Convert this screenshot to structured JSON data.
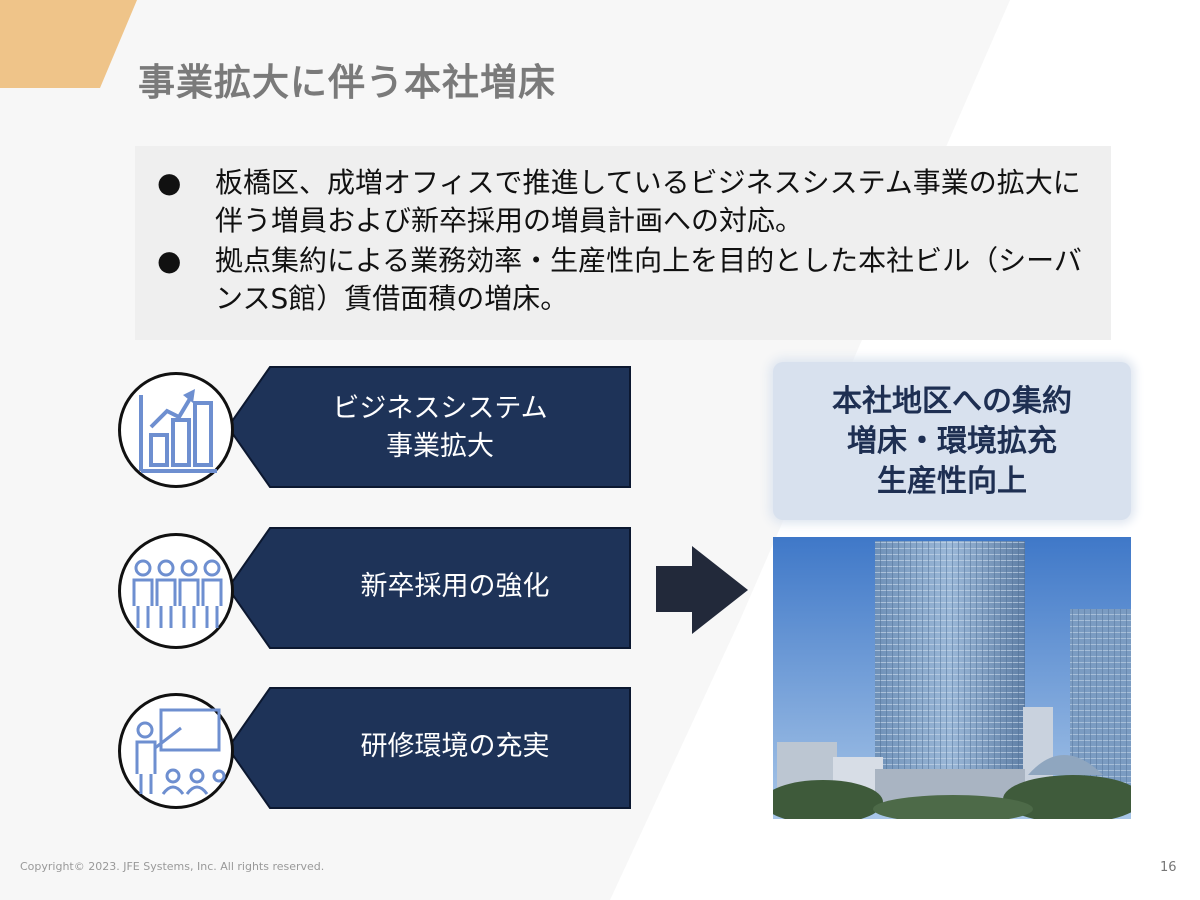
{
  "slide": {
    "title": "事業拡大に伴う本社増床",
    "bullets": [
      {
        "marker": "●",
        "text": "板橋区、成増オフィスで推進しているビジネスシステム事業の拡大に伴う増員および新卒採用の増員計画への対応。"
      },
      {
        "marker": "●",
        "text": "拠点集約による業務効率・生産性向上を目的とした本社ビル（シーバンスS館）賃借面積の増床。"
      }
    ],
    "drivers": [
      {
        "icon": "bar-chart-growth-icon",
        "lines": [
          "ビジネスシステム",
          "事業拡大"
        ]
      },
      {
        "icon": "people-group-icon",
        "lines": [
          "新卒採用の強化"
        ]
      },
      {
        "icon": "training-presentation-icon",
        "lines": [
          "研修環境の充実"
        ]
      }
    ],
    "result": {
      "lines": [
        "本社地区への集約",
        "増床・環境拡充",
        "生産性向上"
      ]
    },
    "photo": {
      "subject": "office-building-photo"
    },
    "footer": "Copyright© 2023. JFE Systems, Inc. All rights reserved.",
    "page_number": "16"
  },
  "colors": {
    "accent_orange": "#efc489",
    "navy": "#1e3358",
    "light_blue": "#d8e1ee",
    "bullet_box": "#efefef",
    "arrow": "#22293a",
    "icon_blue": "#6e8fd0"
  }
}
